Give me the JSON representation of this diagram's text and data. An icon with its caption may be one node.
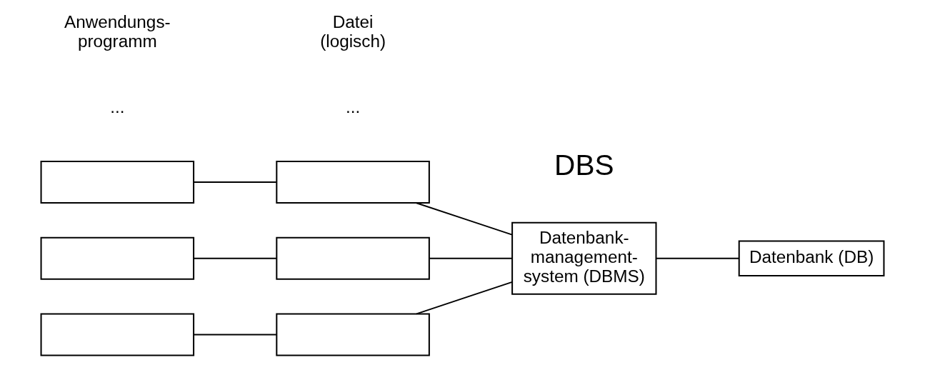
{
  "diagram": {
    "nodes": [
      {
        "text": [],
        "shape": "box"
      },
      {
        "text": [],
        "shape": "box"
      },
      {
        "text": [],
        "shape": "box"
      },
      {
        "text": [],
        "shape": "box"
      },
      {
        "text": [],
        "shape": "box"
      },
      {
        "text": [],
        "shape": "box"
      },
      {
        "text": [
          "Datenbank- management- system (DBMS)"
        ]
      },
      {
        "text": [
          "Datenbank (DB)"
        ]
      }
    ],
    "edges": [
      {
        "from": 0,
        "to": 1,
        "arrow": "none"
      },
      {
        "from": 2,
        "to": 3,
        "arrow": "none"
      },
      {
        "from": 4,
        "to": 5,
        "arrow": "none"
      },
      {
        "from": 1,
        "to": 6,
        "arrow": "none"
      },
      {
        "from": 3,
        "to": 6,
        "arrow": "none"
      },
      {
        "from": 5,
        "to": 6,
        "arrow": "none"
      },
      {
        "from": 6,
        "to": 7,
        "arrow": "none"
      }
    ],
    "labels": [
      "Anwendungs- programm",
      "Datei (logisch)",
      "...",
      "...",
      "DBS"
    ]
  }
}
